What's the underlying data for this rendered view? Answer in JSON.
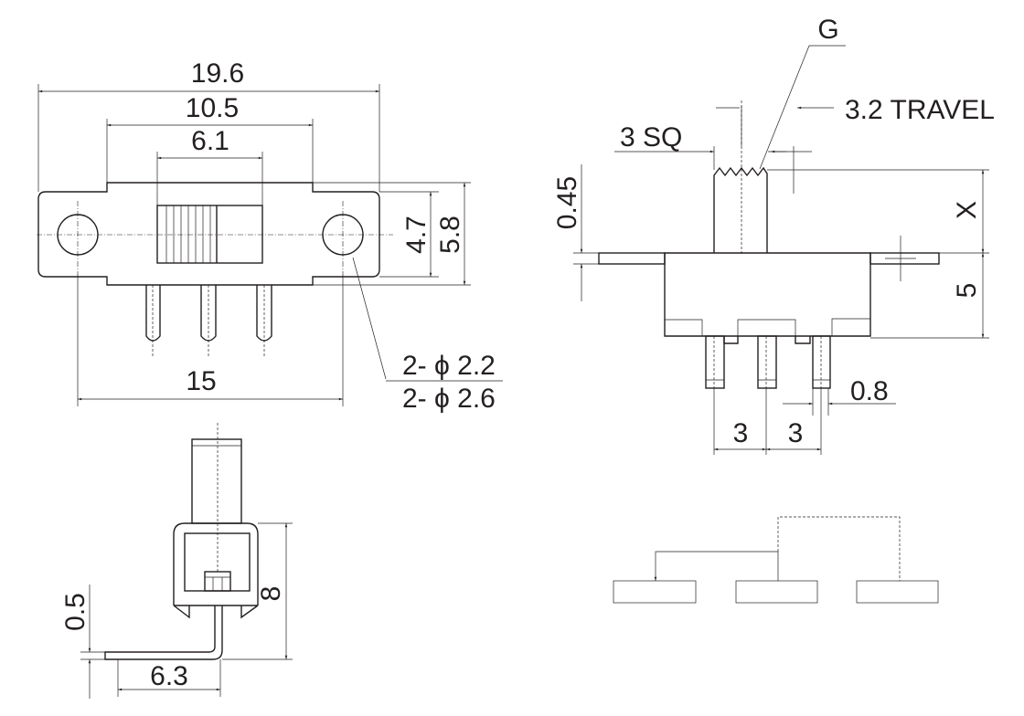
{
  "colors": {
    "ink": "#231f20",
    "background": "#ffffff"
  },
  "front_view": {
    "overall_width": "19.6",
    "body_width": "10.5",
    "slider_width": "6.1",
    "hole_pitch": "15",
    "height_inner": "4.7",
    "height_outer": "5.8",
    "hole_note_1": "2- ϕ 2.2",
    "hole_note_2": "2- ϕ 2.6"
  },
  "side_view": {
    "actuator_label": "G",
    "actuator_size": "3 SQ",
    "travel": "3.2 TRAVEL",
    "flange_thickness": "0.45",
    "actuator_height": "X",
    "body_height": "5",
    "pin_pitch_1": "3",
    "pin_pitch_2": "3",
    "pin_width": "0.8"
  },
  "end_view": {
    "height": "8",
    "lead_thickness": "0.5",
    "lead_length": "6.3"
  }
}
